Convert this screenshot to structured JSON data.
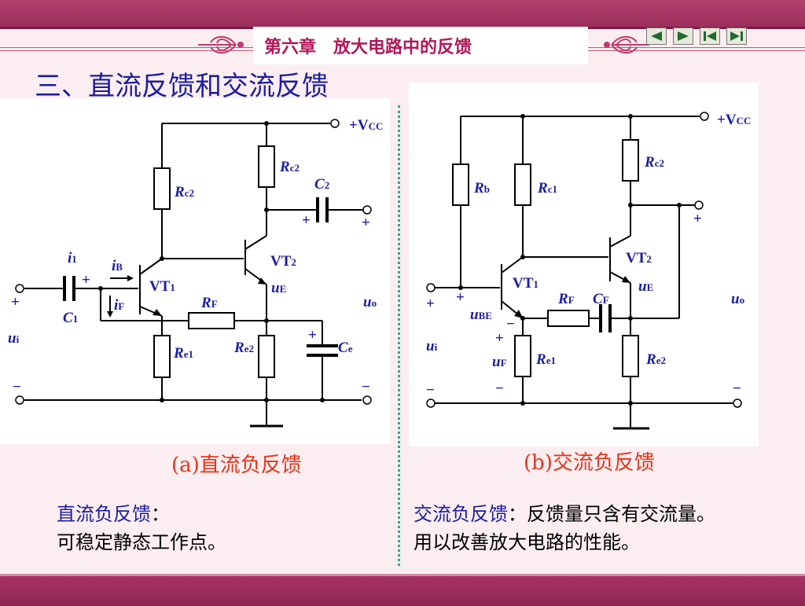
{
  "header": {
    "chapter_title": "第六章　放大电路中的反馈",
    "nav": [
      {
        "icon": "prev-icon"
      },
      {
        "icon": "next-icon"
      },
      {
        "icon": "first-icon"
      },
      {
        "icon": "last-icon"
      }
    ]
  },
  "section_title": "三、直流反馈和交流反馈",
  "circuit_a": {
    "caption": "(a)直流负反馈",
    "labels": {
      "vcc": "+V",
      "vcc_sub": "CC",
      "rc2_left_r": "R",
      "rc2_left_sub": "c2",
      "rc2_right_r": "R",
      "rc2_right_sub": "c2",
      "c2": "C",
      "c2_sub": "2",
      "vt2": "VT",
      "vt2_sub": "2",
      "ue": "u",
      "ue_sub": "E",
      "vt1": "VT",
      "vt1_sub": "1",
      "i1": "i",
      "i1_sub": "1",
      "ib": "i",
      "ib_sub": "B",
      "if": "i",
      "if_sub": "F",
      "c1": "C",
      "c1_sub": "1",
      "rf": "R",
      "rf_sub": "F",
      "re1": "R",
      "re1_sub": "e1",
      "re2": "R",
      "re2_sub": "e2",
      "ce": "C",
      "ce_sub": "e",
      "ui": "u",
      "ui_sub": "i",
      "uo": "u",
      "uo_sub": "o",
      "plus": "+",
      "minus": "−"
    }
  },
  "circuit_b": {
    "caption": "(b)交流负反馈",
    "labels": {
      "vcc": "+V",
      "vcc_sub": "CC",
      "rb": "R",
      "rb_sub": "b",
      "rc1": "R",
      "rc1_sub": "c1",
      "rc2": "R",
      "rc2_sub": "c2",
      "vt2": "VT",
      "vt2_sub": "2",
      "ue": "u",
      "ue_sub": "E",
      "vt1": "VT",
      "vt1_sub": "1",
      "rf": "R",
      "rf_sub": "F",
      "cf": "C",
      "cf_sub": "F",
      "ube": "u",
      "ube_sub": "BE",
      "uf": "u",
      "uf_sub": "F",
      "re1": "R",
      "re1_sub": "e1",
      "re2": "R",
      "re2_sub": "e2",
      "ui": "u",
      "ui_sub": "i",
      "uo": "u",
      "uo_sub": "o",
      "plus": "+",
      "minus": "−"
    }
  },
  "notes": {
    "dc_term": "直流负反馈",
    "dc_colon": "：",
    "dc_desc": "可稳定静态工作点。",
    "ac_term": "交流负反馈",
    "ac_colon": "：",
    "ac_desc1": "反馈量只含有交流量。",
    "ac_desc2": "用以改善放大电路的性能。"
  },
  "colors": {
    "band": "#9c2f5c",
    "chapter_title": "#b01858",
    "section_title": "#1c1ca0",
    "caption": "#e6331a",
    "label_blue": "#1c1ca0",
    "label_red": "#e6331a",
    "divider": "#2aa98a"
  }
}
